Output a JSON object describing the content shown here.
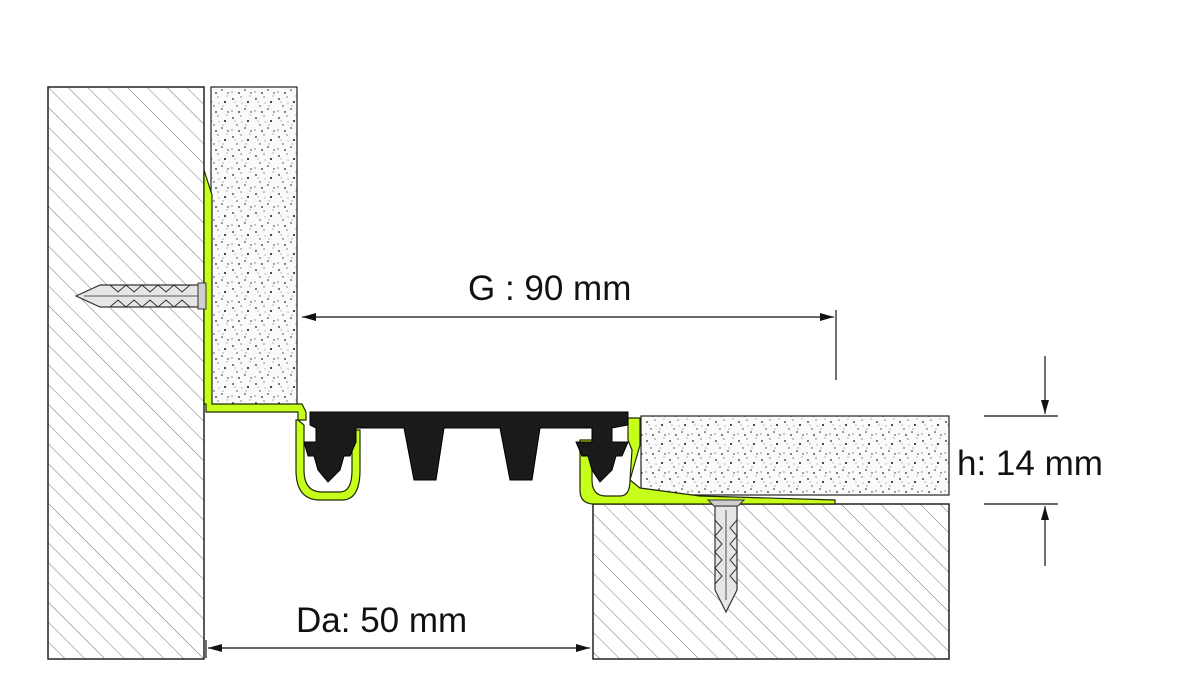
{
  "dimensions": {
    "gap_label": "G : 90 mm",
    "height_label": "h: 14 mm",
    "anchor_label": "Da: 50 mm"
  },
  "colors": {
    "profile": "#c6ff1a",
    "insert": "#1a1a1a",
    "hatch": "#666666",
    "outline": "#222222",
    "background": "#ffffff"
  }
}
